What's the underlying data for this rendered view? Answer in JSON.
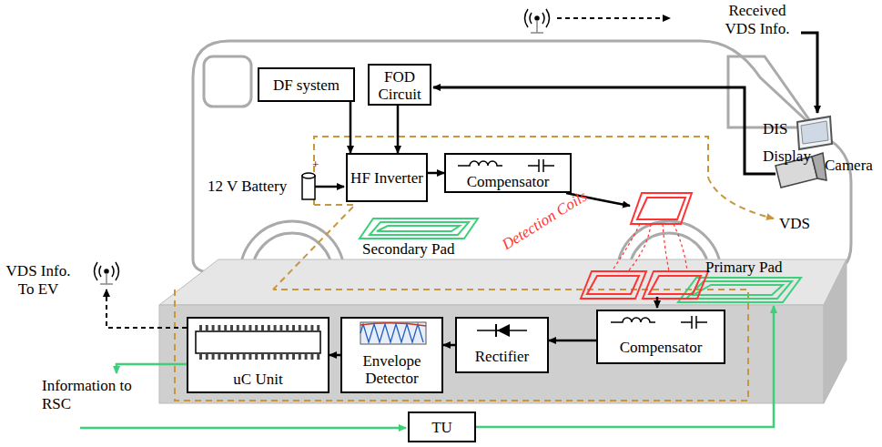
{
  "diagram": {
    "nodes": [
      {
        "text": [
          "DF system"
        ]
      },
      {
        "text": [
          "FOD Circuit"
        ]
      },
      {
        "text": [
          "HF Inverter"
        ]
      },
      {
        "text": [
          "Compensator"
        ]
      },
      {
        "text": [
          "uC Unit"
        ]
      },
      {
        "text": [
          "Envelope Detector"
        ]
      },
      {
        "text": [
          "Rectifier"
        ]
      },
      {
        "text": [
          "Compensator"
        ]
      },
      {
        "text": [
          "TU"
        ]
      }
    ],
    "edges": [
      {
        "from": 0,
        "to": 2,
        "arrow": "to"
      },
      {
        "from": 1,
        "to": 2,
        "arrow": "to"
      },
      {
        "from": 2,
        "to": 3,
        "arrow": "to"
      },
      {
        "from": 7,
        "to": 6,
        "arrow": "to"
      },
      {
        "from": 6,
        "to": 5,
        "arrow": "to"
      },
      {
        "from": 5,
        "to": 4,
        "arrow": "to"
      }
    ],
    "labels": [
      "Received VDS Info.",
      "DIS",
      "Display",
      "Camera",
      "VDS",
      "12 V Battery",
      "+",
      "Secondary Pad",
      "Detection Coils",
      "Primary Pad",
      "VDS Info. To EV",
      "Information to RSC"
    ]
  }
}
